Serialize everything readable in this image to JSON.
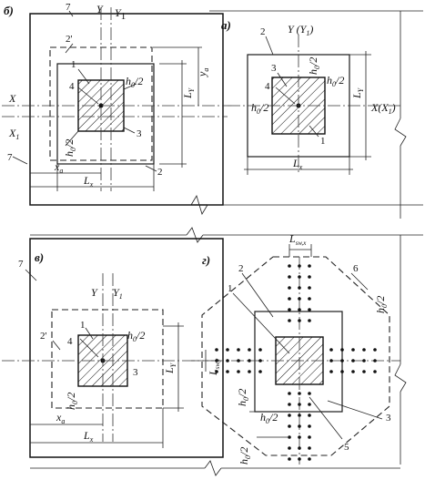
{
  "panels": {
    "b": "б)",
    "a": "а)",
    "v": "в)",
    "g": "г)"
  },
  "labels": {
    "Y": "Y",
    "Y1": "Y",
    "Y1_sub": "1",
    "X": "X",
    "X1": "X",
    "X1_sub": "1",
    "Y_Y1": "Y (Y",
    "Y_Y1_close": ")",
    "X_X1": "X(X",
    "X_X1_close": ")",
    "Lx": "L",
    "Lx_sub": "x",
    "Ly": "L",
    "Ly_sub": "Y",
    "xa": "x",
    "xa_sub": "a",
    "ya": "y",
    "ya_sub": "a",
    "h0_2": "h",
    "h0_sub": "0",
    "h0_div": "/2",
    "Lswx": "L",
    "Lswx_sub": "sw,x",
    "Lswy": "L",
    "Lswy_sub": "sw,y"
  },
  "numbers": {
    "n1": "1",
    "n2": "2",
    "n2p": "2'",
    "n3": "3",
    "n4": "4",
    "n5": "5",
    "n6": "6",
    "n7": "7"
  }
}
